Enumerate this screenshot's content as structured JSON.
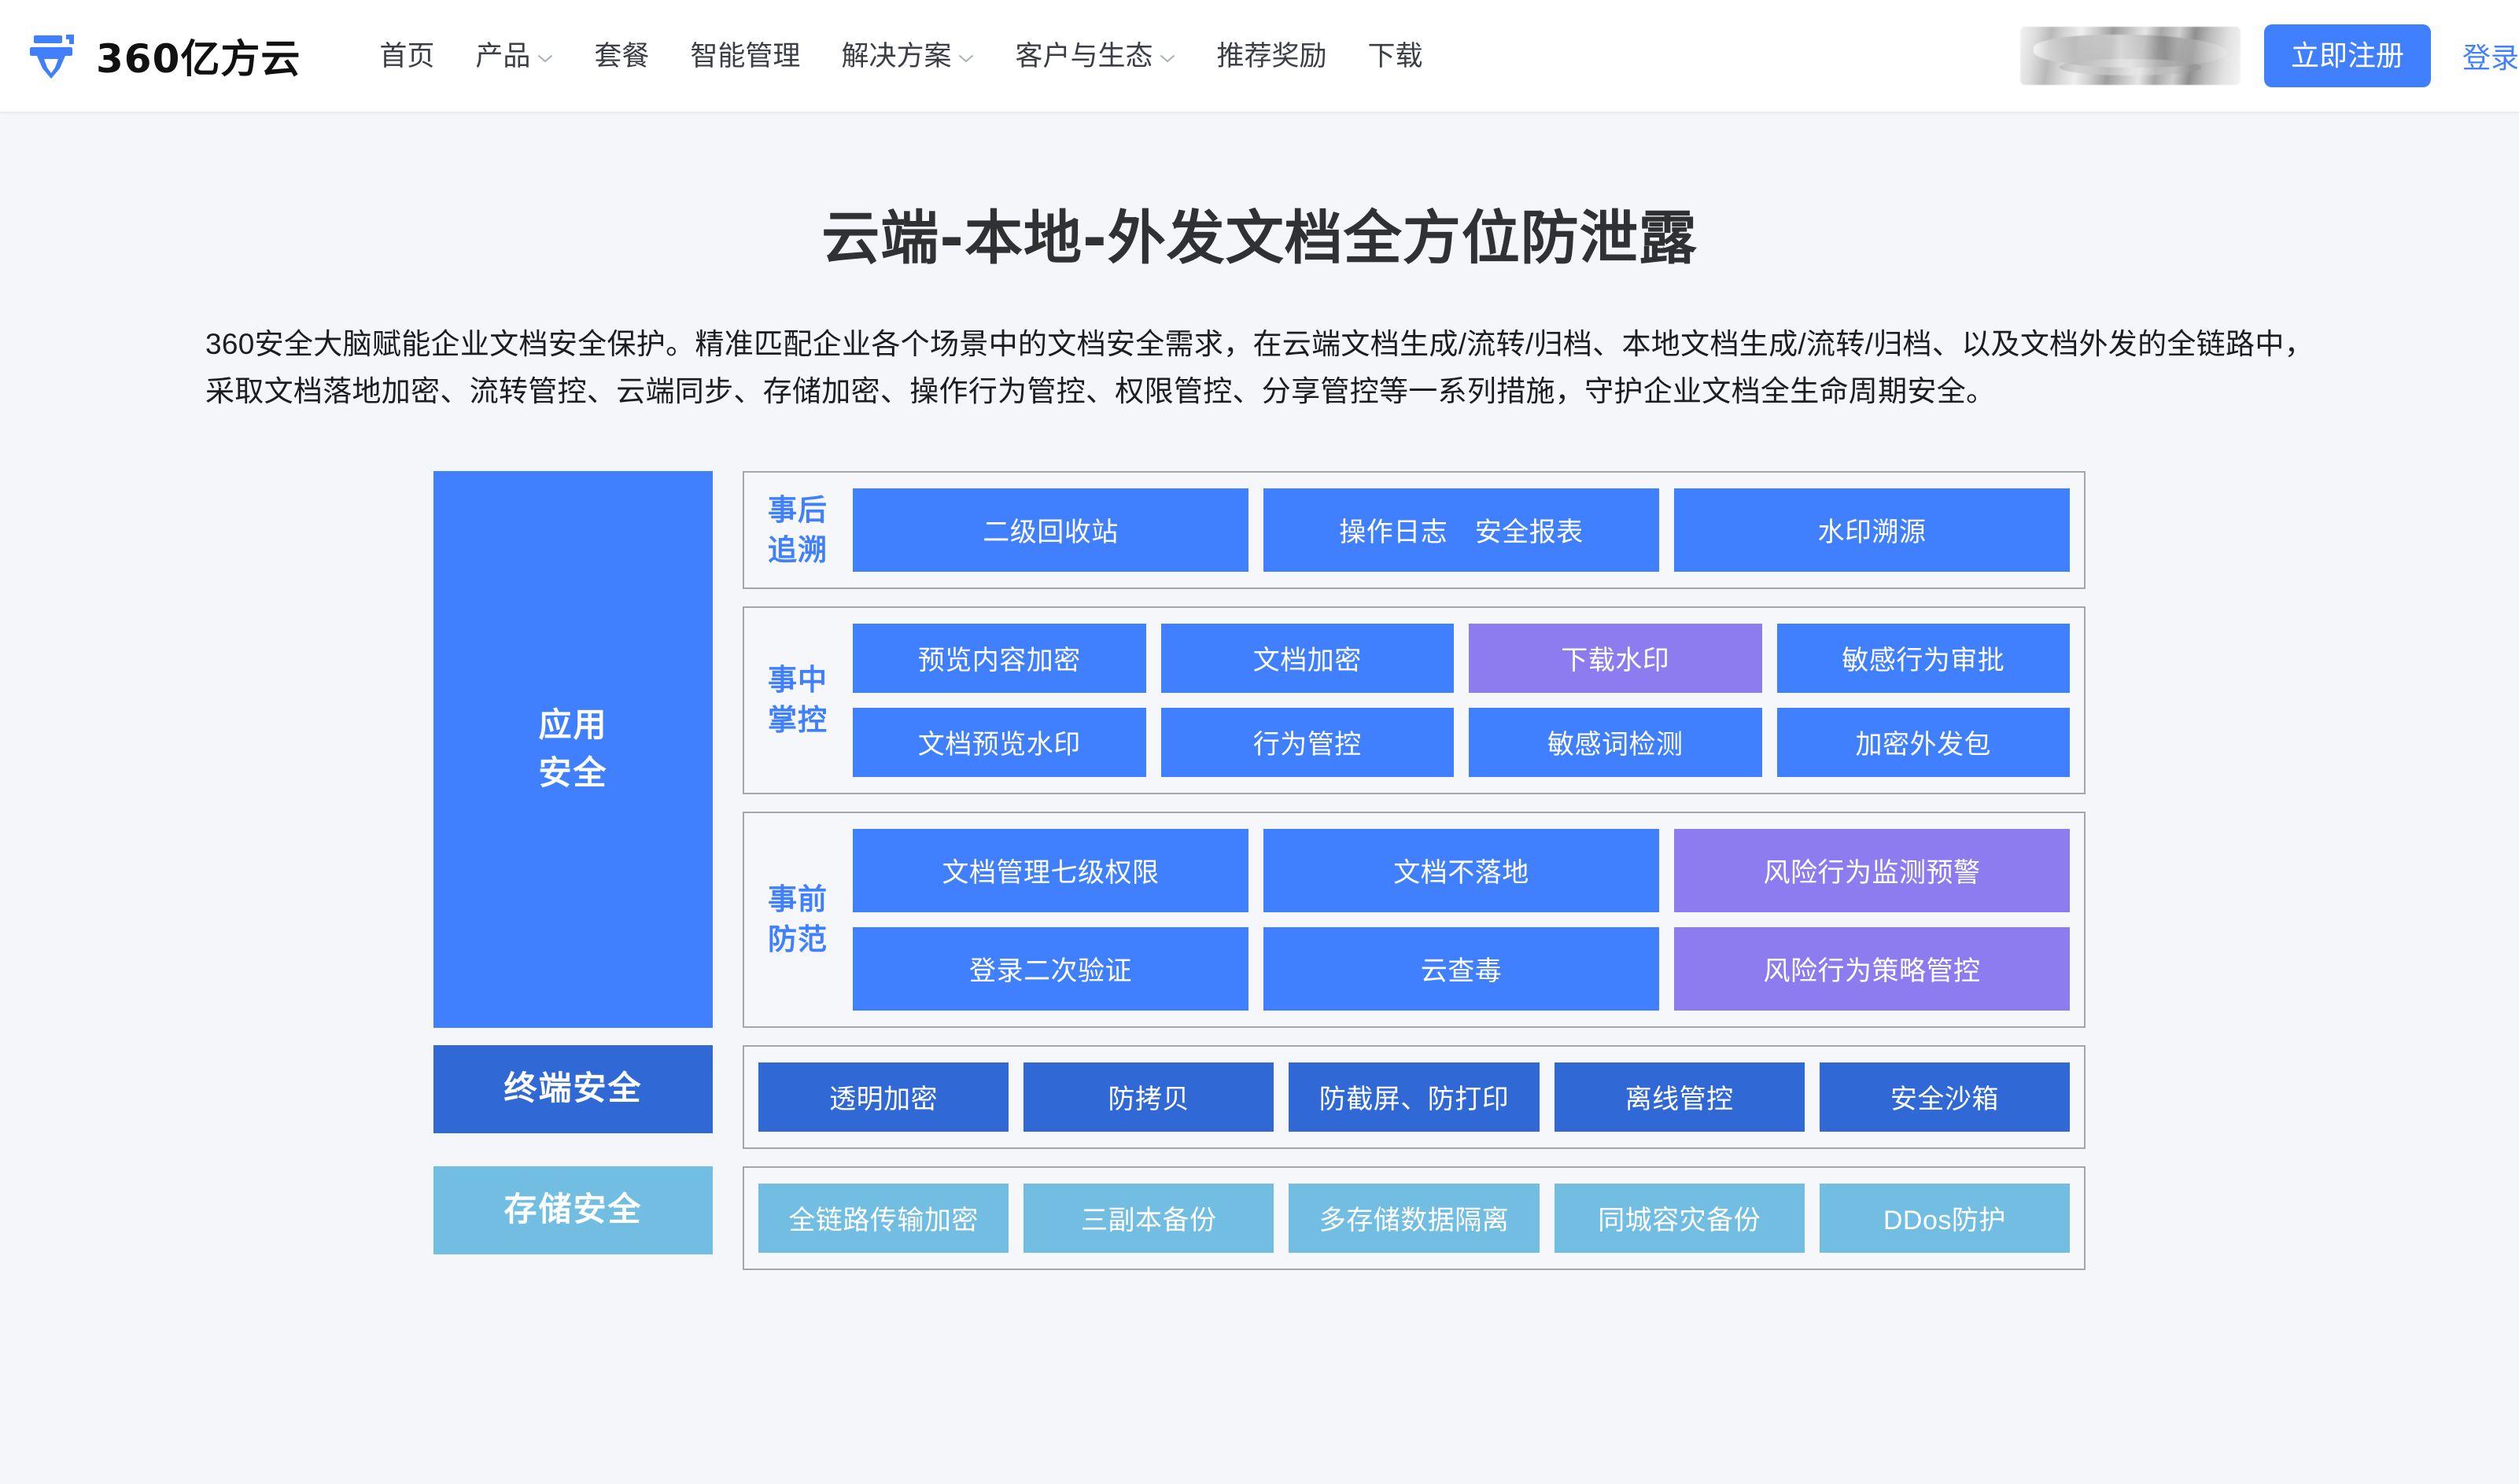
{
  "navbar": {
    "logo_icon": "360-yifangyun-logo-icon",
    "brand_name": "360亿方云",
    "links": [
      {
        "label": "首页",
        "has_dropdown": false
      },
      {
        "label": "产品",
        "has_dropdown": true
      },
      {
        "label": "套餐",
        "has_dropdown": false
      },
      {
        "label": "智能管理",
        "has_dropdown": false
      },
      {
        "label": "解决方案",
        "has_dropdown": true
      },
      {
        "label": "客户与生态",
        "has_dropdown": true
      },
      {
        "label": "推荐奖励",
        "has_dropdown": false
      },
      {
        "label": "下载",
        "has_dropdown": false
      }
    ],
    "user_area": "blurred-user-avatar-and-name",
    "register_label": "立即注册",
    "login_label": "登录"
  },
  "hero": {
    "title": "云端-本地-外发文档全方位防泄露",
    "description": "360安全大脑赋能企业文档安全保护。精准匹配企业各个场景中的文档安全需求，在云端文档生成/流转/归档、本地文档生成/流转/归档、以及文档外发的全链路中，采取文档落地加密、流转管控、云端同步、存储加密、操作行为管控、权限管控、分享管控等一系列措施，守护企业文档全生命周期安全。"
  },
  "colors": {
    "brand_blue": "#4080ff",
    "deep_blue": "#3069d6",
    "purple": "#8c7cf0",
    "sky_blue": "#72bde2",
    "page_bg": "#f4f6f9",
    "group_bg": "#f5f7fa",
    "group_border": "#a3a6ab"
  },
  "diagram": {
    "application_security": {
      "label": "应用\n安全",
      "label_line1": "应用",
      "label_line2": "安全",
      "groups": [
        {
          "label_line1": "事后",
          "label_line2": "追溯",
          "columns": 3,
          "tiles": [
            {
              "text": "二级回收站",
              "color": "blue"
            },
            {
              "text": "操作日志　安全报表",
              "color": "blue"
            },
            {
              "text": "水印溯源",
              "color": "blue"
            }
          ]
        },
        {
          "label_line1": "事中",
          "label_line2": "掌控",
          "columns": 4,
          "tiles": [
            {
              "text": "预览内容加密",
              "color": "blue"
            },
            {
              "text": "文档加密",
              "color": "blue"
            },
            {
              "text": "下载水印",
              "color": "purple"
            },
            {
              "text": "敏感行为审批",
              "color": "blue"
            },
            {
              "text": "文档预览水印",
              "color": "blue"
            },
            {
              "text": "行为管控",
              "color": "blue"
            },
            {
              "text": "敏感词检测",
              "color": "blue"
            },
            {
              "text": "加密外发包",
              "color": "blue"
            }
          ]
        },
        {
          "label_line1": "事前",
          "label_line2": "防范",
          "columns": 3,
          "tiles": [
            {
              "text": "文档管理七级权限",
              "color": "blue"
            },
            {
              "text": "文档不落地",
              "color": "blue"
            },
            {
              "text": "风险行为监测预警",
              "color": "purple"
            },
            {
              "text": "登录二次验证",
              "color": "blue"
            },
            {
              "text": "云查毒",
              "color": "blue"
            },
            {
              "text": "风险行为策略管控",
              "color": "purple"
            }
          ]
        }
      ]
    },
    "endpoint_security": {
      "label": "终端安全",
      "columns": 5,
      "tiles": [
        {
          "text": "透明加密",
          "color": "deep"
        },
        {
          "text": "防拷贝",
          "color": "deep"
        },
        {
          "text": "防截屏、防打印",
          "color": "deep"
        },
        {
          "text": "离线管控",
          "color": "deep"
        },
        {
          "text": "安全沙箱",
          "color": "deep"
        }
      ]
    },
    "storage_security": {
      "label": "存储安全",
      "columns": 5,
      "tiles": [
        {
          "text": "全链路传输加密",
          "color": "light"
        },
        {
          "text": "三副本备份",
          "color": "light"
        },
        {
          "text": "多存储数据隔离",
          "color": "light"
        },
        {
          "text": "同城容灾备份",
          "color": "light"
        },
        {
          "text": "DDos防护",
          "color": "light"
        }
      ]
    }
  }
}
